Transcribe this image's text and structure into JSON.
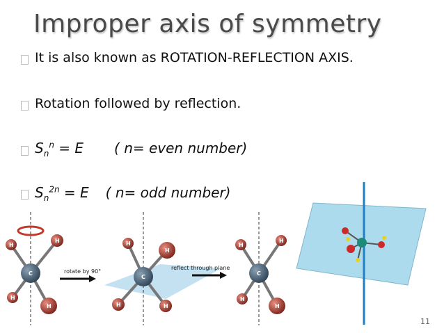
{
  "title": "Improper axis of symmetry",
  "bullets": [
    {
      "text": "It is also known as ROTATION-REFLECTION AXIS."
    },
    {
      "text": "Rotation followed by reflection."
    },
    {
      "s": "S",
      "sub": "n",
      "sup": "n",
      "eq": " = E",
      "note": "( n= even number)"
    },
    {
      "s": "S",
      "sub": "n",
      "sup": "2n",
      "eq": " = E",
      "note": "( n= odd number)"
    }
  ],
  "figure": {
    "arrow1_label": "rotate by 90°",
    "arrow2_label": "reflect through plane",
    "atom_c": "C",
    "atom_h": "H"
  },
  "page_number": "11"
}
